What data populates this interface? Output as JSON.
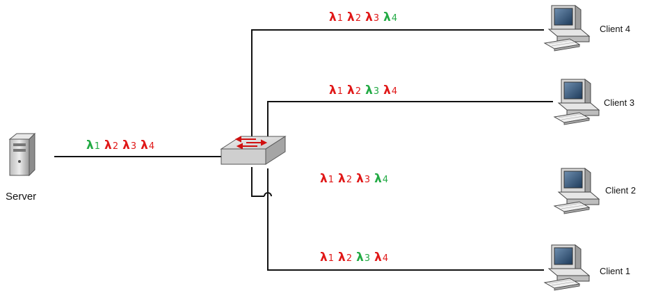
{
  "colors": {
    "active": "#22aa44",
    "blocked": "#e01818",
    "line": "#111111"
  },
  "server": {
    "label": "Server",
    "icon": "server-tower-icon"
  },
  "switch": {
    "icon": "network-switch-icon"
  },
  "wavelengths": {
    "symbol": "λ",
    "subscripts": [
      "1",
      "2",
      "3",
      "4"
    ]
  },
  "links": [
    {
      "id": "server",
      "active": [
        1
      ]
    },
    {
      "id": "client4",
      "active": [
        4
      ]
    },
    {
      "id": "client3",
      "active": [
        3
      ]
    },
    {
      "id": "client2",
      "active": [
        4
      ]
    },
    {
      "id": "client1",
      "active": [
        3
      ]
    }
  ],
  "clients": [
    {
      "label": "Client 4",
      "icon": "desktop-computer-icon"
    },
    {
      "label": "Client 3",
      "icon": "desktop-computer-icon"
    },
    {
      "label": "Client 2",
      "icon": "desktop-computer-icon"
    },
    {
      "label": "Client 1",
      "icon": "desktop-computer-icon"
    }
  ]
}
